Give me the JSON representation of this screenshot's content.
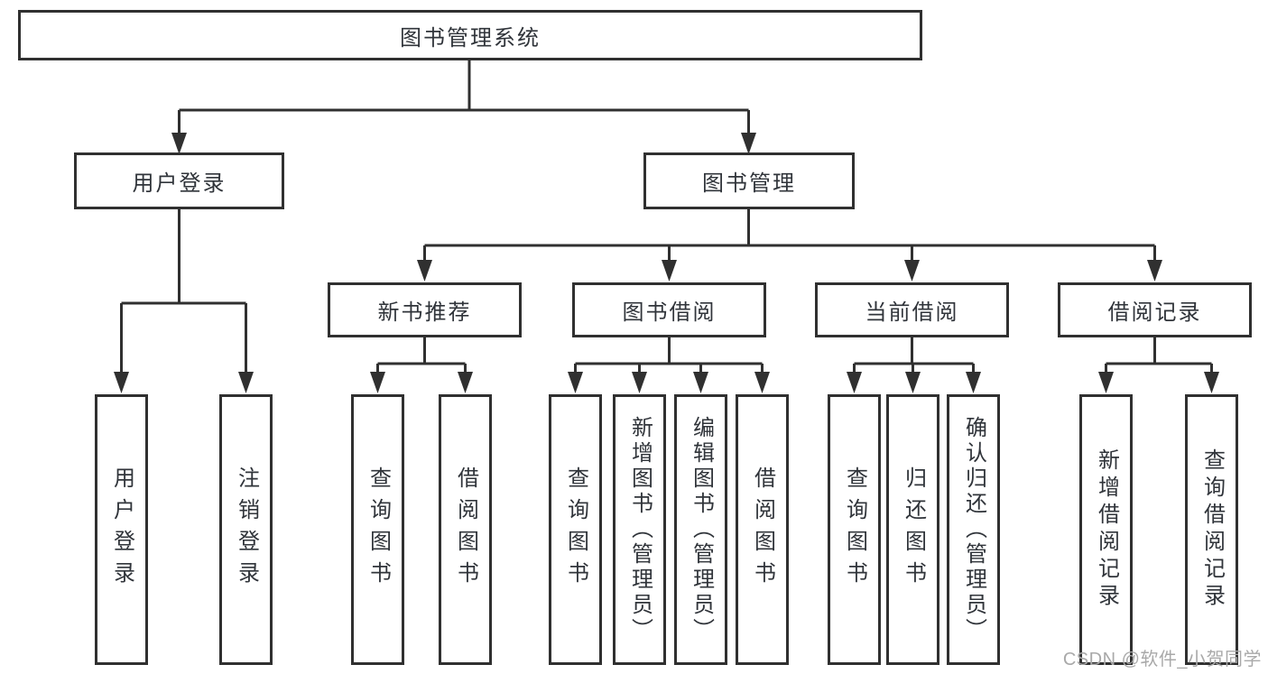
{
  "colors": {
    "background": "#ffffff",
    "box_border": "#303030",
    "connector_line": "#303030",
    "text": "#30343a",
    "watermark": "#a9a9a9"
  },
  "watermark": "CSDN @软件_小贺同学",
  "tree": {
    "root": {
      "label": "图书管理系统",
      "children": [
        {
          "label": "用户登录",
          "children": [
            {
              "label": "用户登录"
            },
            {
              "label": "注销登录"
            }
          ]
        },
        {
          "label": "图书管理",
          "children": [
            {
              "label": "新书推荐",
              "children": [
                {
                  "label": "查询图书"
                },
                {
                  "label": "借阅图书"
                }
              ]
            },
            {
              "label": "图书借阅",
              "children": [
                {
                  "label": "查询图书"
                },
                {
                  "label": "新增图书（管理员）"
                },
                {
                  "label": "编辑图书（管理员）"
                },
                {
                  "label": "借阅图书"
                }
              ]
            },
            {
              "label": "当前借阅",
              "children": [
                {
                  "label": "查询图书"
                },
                {
                  "label": "归还图书"
                },
                {
                  "label": "确认归还（管理员）"
                }
              ]
            },
            {
              "label": "借阅记录",
              "children": [
                {
                  "label": "新增借阅记录"
                },
                {
                  "label": "查询借阅记录"
                }
              ]
            }
          ]
        }
      ]
    }
  }
}
